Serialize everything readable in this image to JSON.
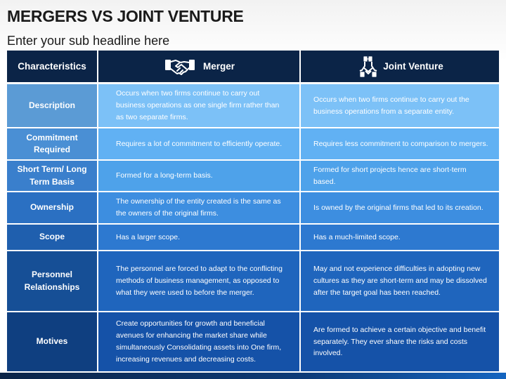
{
  "slide": {
    "title": "MERGERS VS JOINT VENTURE",
    "subtitle": "Enter your sub headline here"
  },
  "table": {
    "header": {
      "characteristics": "Characteristics",
      "merger": "Merger",
      "joint_venture": "Joint Venture",
      "merger_icon": "handshake-icon",
      "joint_venture_icon": "joint-venture-icon"
    },
    "rows": [
      {
        "label": "Description",
        "merger": "Occurs when two firms continue to carry out business operations as one single firm rather than as two separate firms.",
        "joint_venture": "Occurs when two firms continue to carry out the business operations from a separate entity."
      },
      {
        "label": "Commitment Required",
        "merger": "Requires a lot of commitment to efficiently operate.",
        "joint_venture": "Requires less commitment to comparison to mergers."
      },
      {
        "label": "Short Term/ Long Term Basis",
        "merger": "Formed for a long-term basis.",
        "joint_venture": "Formed for short projects hence are short-term based."
      },
      {
        "label": "Ownership",
        "merger": "The ownership of the entity created is the same as the owners of the original firms.",
        "joint_venture": "Is owned by the original firms that led to its creation."
      },
      {
        "label": "Scope",
        "merger": "Has a larger scope.",
        "joint_venture": "Has a much-limited scope."
      },
      {
        "label": "Personnel Relationships",
        "merger": "The personnel are forced to adapt to the conflicting methods of business management, as opposed to what they were used to before the merger.",
        "joint_venture": "May and not experience difficulties in adopting new cultures as they are short-term and may be dissolved after the target goal has been reached."
      },
      {
        "label": "Motives",
        "merger": "Create opportunities for growth and beneficial avenues for enhancing the market share while simultaneously Consolidating assets into One firm, increasing revenues and decreasing costs.",
        "joint_venture": "Are formed to achieve a certain objective and benefit separately. They ever share the risks and costs involved."
      }
    ]
  },
  "colors": {
    "header_bg": "#0b2447",
    "row_label_bg": [
      "#5b9bd5",
      "#4a8fd4",
      "#3a7fcc",
      "#2b70c2",
      "#1f5fae",
      "#164f96",
      "#0f3f80"
    ],
    "row_body_bg": [
      "#7cc1f7",
      "#61b1f3",
      "#4ea2ea",
      "#3d8ee0",
      "#2d79d0",
      "#1f65bd",
      "#1552a8"
    ]
  }
}
